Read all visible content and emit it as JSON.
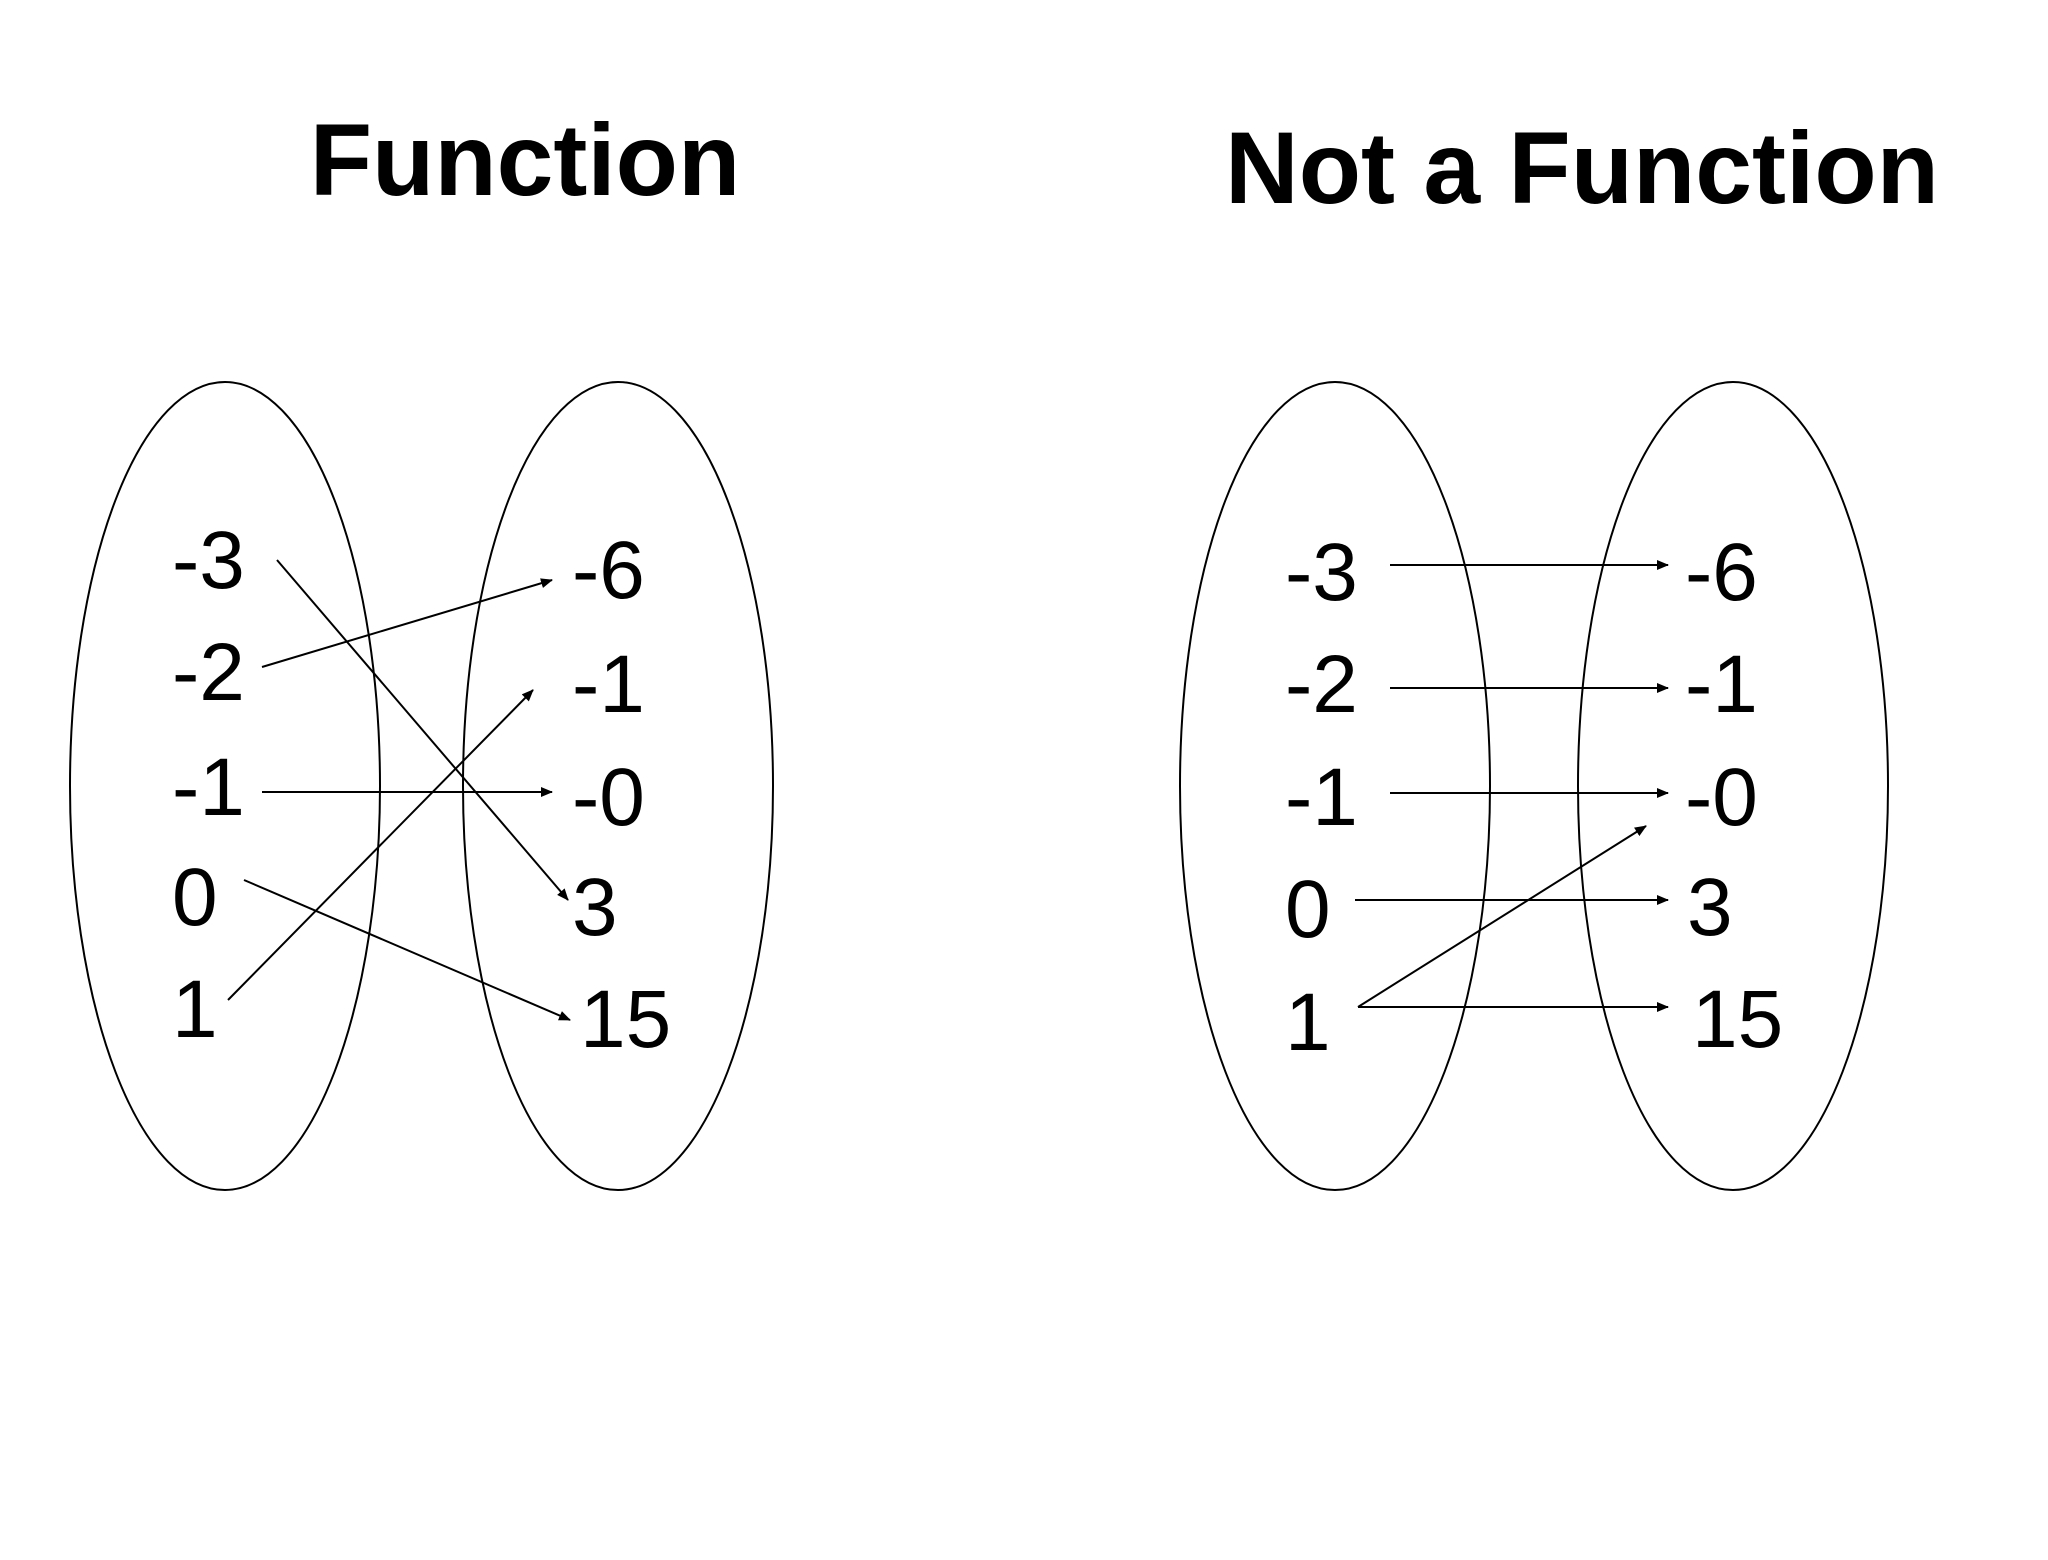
{
  "panels": [
    {
      "title": "Function",
      "domain": [
        "-3",
        "-2",
        "-1",
        "0",
        "1"
      ],
      "range": [
        "-6",
        "-1",
        "-0",
        "3",
        "15"
      ],
      "mappings": [
        {
          "from": "-3",
          "to": "3"
        },
        {
          "from": "-2",
          "to": "-6"
        },
        {
          "from": "-1",
          "to": "-0"
        },
        {
          "from": "0",
          "to": "15"
        },
        {
          "from": "1",
          "to": "-1"
        }
      ]
    },
    {
      "title": "Not a Function",
      "domain": [
        "-3",
        "-2",
        "-1",
        "0",
        "1"
      ],
      "range": [
        "-6",
        "-1",
        "-0",
        "3",
        "15"
      ],
      "mappings": [
        {
          "from": "-3",
          "to": "-6"
        },
        {
          "from": "-2",
          "to": "-1"
        },
        {
          "from": "-1",
          "to": "-0"
        },
        {
          "from": "0",
          "to": "3"
        },
        {
          "from": "1",
          "to": "-0"
        },
        {
          "from": "1",
          "to": "15"
        }
      ]
    }
  ]
}
